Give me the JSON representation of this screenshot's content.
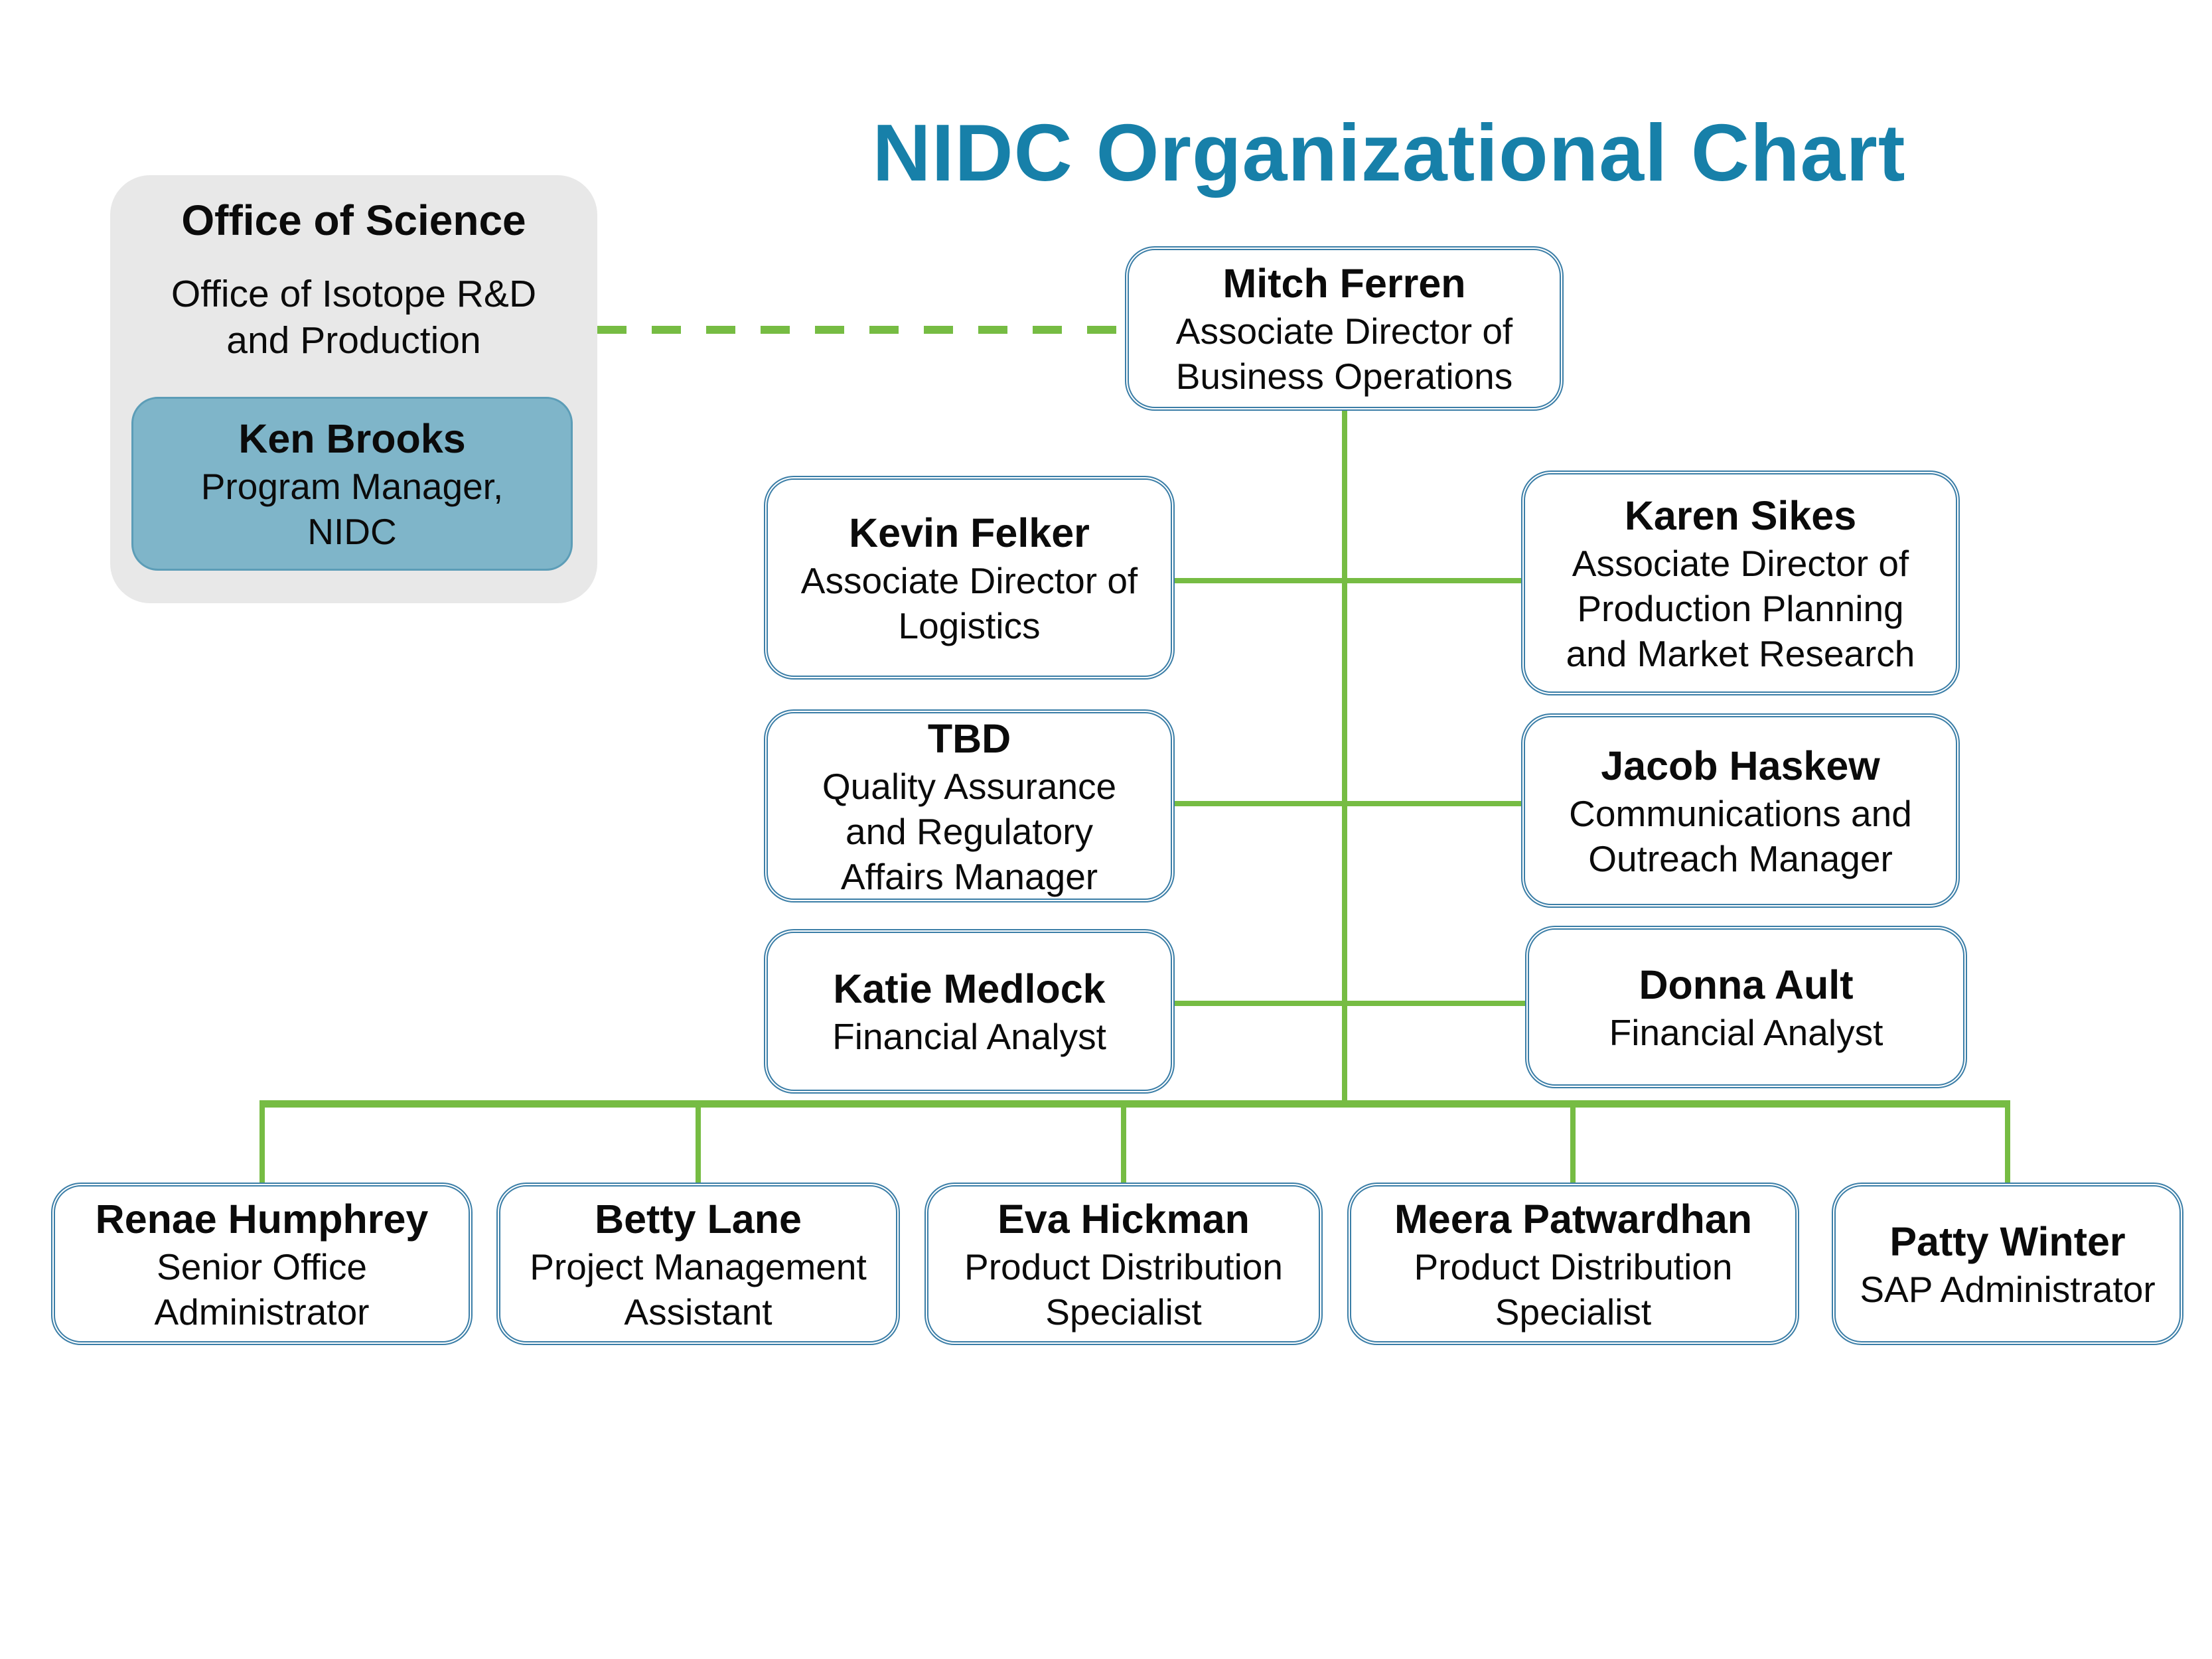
{
  "title": "NIDC Organizational Chart",
  "colors": {
    "title_blue": "#1780a9",
    "box_border_blue": "#3b7ea7",
    "connector_green": "#76bc43",
    "group_gray_fill": "#e8e8e8",
    "manager_teal_fill": "#7fb5c9"
  },
  "office": {
    "heading": "Office of Science",
    "subheading_lines": [
      "Office of Isotope R&D",
      "and Production"
    ],
    "manager": {
      "name": "Ken Brooks",
      "role_lines": [
        "Program Manager,",
        "NIDC"
      ]
    }
  },
  "nodes": {
    "mitch": {
      "name": "Mitch Ferren",
      "role_lines": [
        "Associate Director of",
        "Business Operations"
      ]
    },
    "kevin": {
      "name": "Kevin Felker",
      "role_lines": [
        "Associate Director of",
        "Logistics"
      ]
    },
    "karen": {
      "name": "Karen Sikes",
      "role_lines": [
        "Associate Director of",
        "Production Planning",
        "and Market Research"
      ]
    },
    "tbd": {
      "name": "TBD",
      "role_lines": [
        "Quality Assurance",
        "and Regulatory",
        "Affairs Manager"
      ]
    },
    "jacob": {
      "name": "Jacob Haskew",
      "role_lines": [
        "Communications and",
        "Outreach Manager"
      ]
    },
    "katie": {
      "name": "Katie Medlock",
      "role_lines": [
        "Financial Analyst"
      ]
    },
    "donna": {
      "name": "Donna Ault",
      "role_lines": [
        "Financial Analyst"
      ]
    },
    "renae": {
      "name": "Renae Humphrey",
      "role_lines": [
        "Senior Office",
        "Administrator"
      ]
    },
    "betty": {
      "name": "Betty Lane",
      "role_lines": [
        "Project Management",
        "Assistant"
      ]
    },
    "eva": {
      "name": "Eva Hickman",
      "role_lines": [
        "Product Distribution",
        "Specialist"
      ]
    },
    "meera": {
      "name": "Meera Patwardhan",
      "role_lines": [
        "Product Distribution",
        "Specialist"
      ]
    },
    "patty": {
      "name": "Patty Winter",
      "role_lines": [
        "SAP Administrator"
      ]
    }
  }
}
